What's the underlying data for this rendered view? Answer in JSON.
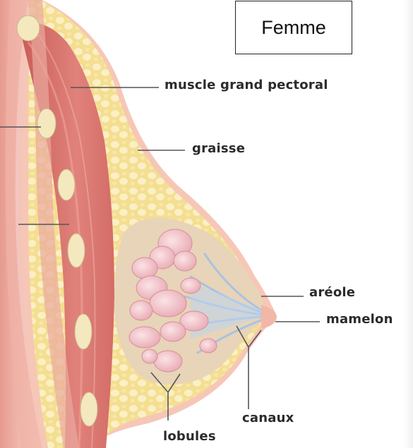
{
  "title": "Femme",
  "labels": {
    "pectoral": "muscle grand pectoral",
    "fat": "graisse",
    "areola": "aréole",
    "nipple": "mamelon",
    "ducts": "canaux",
    "lobules": "lobules"
  },
  "colors": {
    "muscle": "#d9706d",
    "fat": "#f3dc8a",
    "fat_light": "#fbf0c6",
    "skin": "#f6c9b9",
    "lobule": "#f3c6cb",
    "duct": "#a9c6e6",
    "rib": "#f2e6bc",
    "leader_line": "#555555"
  }
}
